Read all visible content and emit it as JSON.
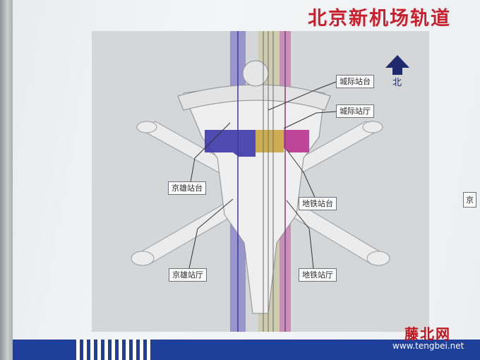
{
  "title": "北京新机场轨道",
  "north_label": "北",
  "labels": {
    "intercity_platform": "城际站台",
    "intercity_hall": "城际站厅",
    "jingxiong_platform": "京雄站台",
    "metro_platform": "地铁站台",
    "jingxiong_hall": "京雄站厅",
    "metro_hall": "地铁站厅",
    "edge_partial": "京"
  },
  "watermark": {
    "name": "藤北网",
    "url": "www.tengbei.net"
  },
  "colors": {
    "title": "#c8202f",
    "intercity": "#3b37a8",
    "jingxiong": "#4a3fa0",
    "metro": "#b8338f",
    "hall": "#c9a540",
    "footer": "#1e3f9a"
  }
}
